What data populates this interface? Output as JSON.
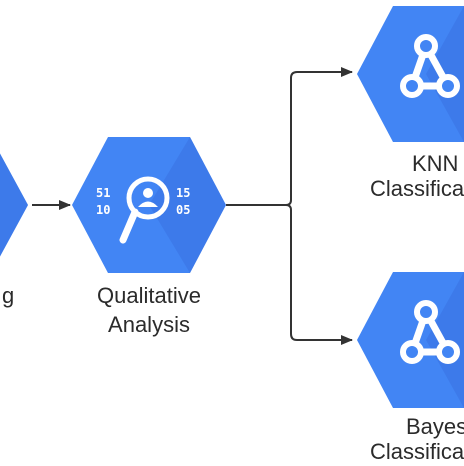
{
  "nodes": {
    "left_partial": {
      "label": "g",
      "icon": "partial-hexagon"
    },
    "qualitative": {
      "label_line1": "Qualitative",
      "label_line2": "Analysis",
      "icon": "data-search-icon",
      "digits_left_top": "51",
      "digits_left_bottom": "10",
      "digits_right_top": "15",
      "digits_right_bottom": "05"
    },
    "knn": {
      "label_line1": "KNN",
      "label_line2": "Classifica",
      "icon": "network-graph-icon"
    },
    "bayes": {
      "label_line1": "Bayes",
      "label_line2": "Classifica",
      "icon": "network-graph-icon"
    }
  },
  "colors": {
    "hexagon": "#4285f4",
    "hexagon_shade": "#3367d6",
    "arrow": "#333333",
    "text": "#2b2b2b"
  }
}
